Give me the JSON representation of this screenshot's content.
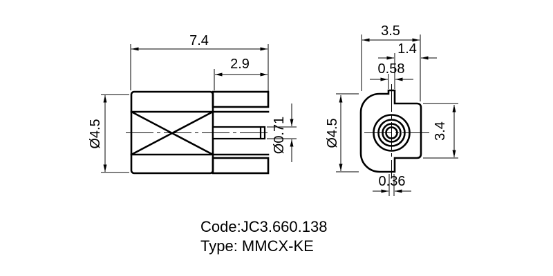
{
  "side_view": {
    "overall_length": "7.4",
    "slot_depth": "2.9",
    "body_diameter": "Ø4.5",
    "pin_diameter": "Ø0.71"
  },
  "front_view": {
    "overall_width": "3.5",
    "flat_section_width": "1.4",
    "top_tab_width": "0.58",
    "body_diameter": "Ø4.5",
    "flat_section_height": "3.4",
    "bottom_tab_width": "0.36"
  },
  "notes": {
    "code": "Code:JC3.660.138",
    "type": "Type: MMCX-KE"
  },
  "colors": {
    "line": "#000000",
    "background": "#ffffff"
  }
}
